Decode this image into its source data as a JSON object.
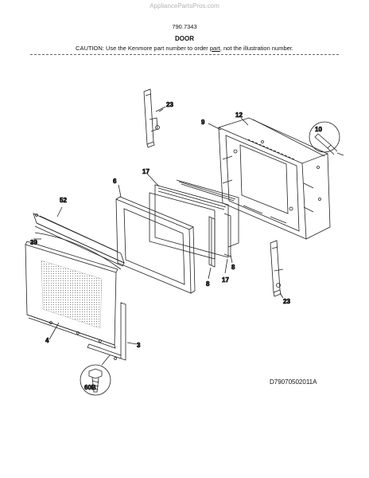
{
  "header": {
    "watermark": "AppliancePartsPros.com",
    "model_number": "790.7343",
    "section_title": "DOOR",
    "caution_pre": "CAUTION: Use the Kenmore part number to order ",
    "caution_link": "part",
    "caution_post": ", not the illustration number."
  },
  "callouts": {
    "hinge_top": "23",
    "hinge_bottom": "23",
    "inner_panel": "9",
    "liner": "12",
    "screw_top": "10",
    "frame": "6",
    "glass_outer": "17",
    "glass_inner": "17",
    "spacer_right": "8",
    "spacer_bottom": "8",
    "handle": "52",
    "handle_trim": "39",
    "outer_door": "4",
    "side_trim": "3",
    "screw_bottom": "60B"
  },
  "diagram_number": "D79070502011A"
}
